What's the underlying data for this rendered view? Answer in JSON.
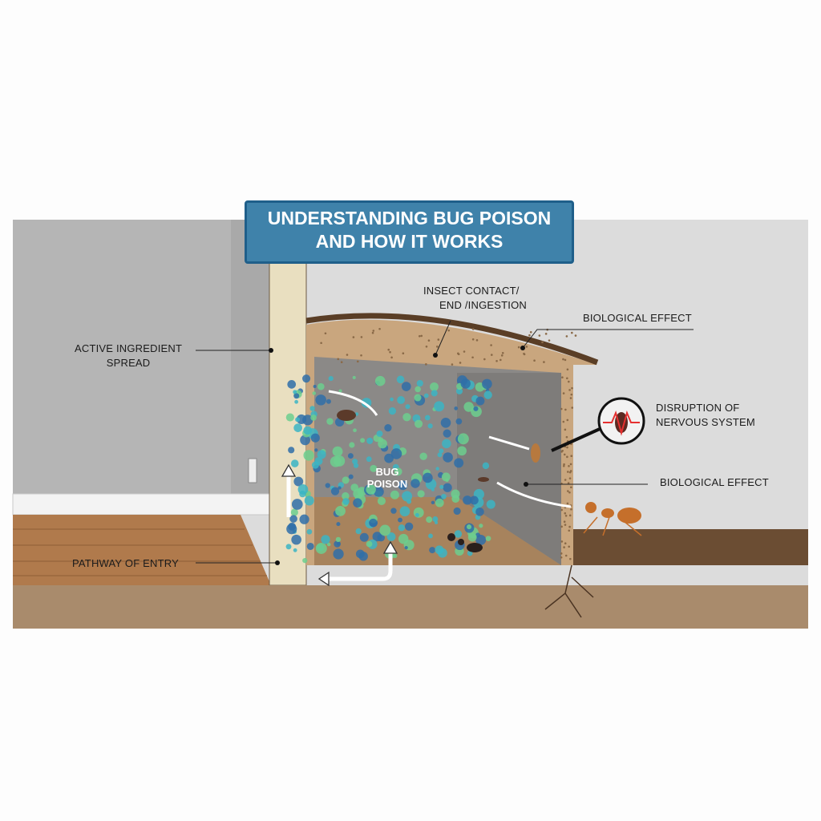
{
  "title": {
    "line1": "UNDERSTANDING BUG POISON",
    "line2": "AND HOW IT WORKS"
  },
  "labels": {
    "active_ingredient": {
      "line1": "ACTIVE INGREDIENT",
      "line2": "SPREAD"
    },
    "insect_contact": {
      "line1": "INSECT CONTACT/",
      "line2": "END /INGESTION"
    },
    "biological_effect_top": "BIOLOGICAL EFFECT",
    "disruption": {
      "line1": "DISRUPTION OF",
      "line2": "NERVOUS SYSTEM"
    },
    "biological_effect_mid": "BIOLOGICAL EFFECT",
    "pathway": "PATHWAY OF ENTRY",
    "bug_poison": {
      "line1": "BUG",
      "line2": "POISON"
    }
  },
  "colors": {
    "title_bg": "#3f82aa",
    "particle_teal": "#3bb5c4",
    "particle_green": "#6ccf8e",
    "particle_blue": "#2f6fa8"
  }
}
